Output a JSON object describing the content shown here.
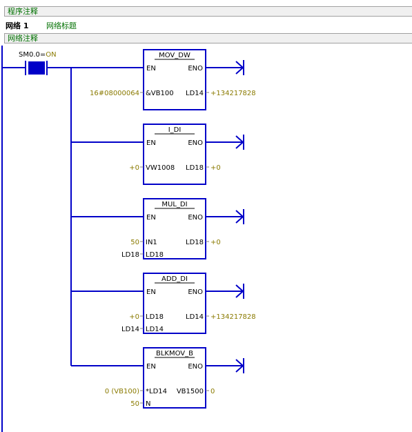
{
  "program_comment": "程序注释",
  "network": {
    "name": "网络 1",
    "title": "网络标题",
    "comment": "网络注释"
  },
  "contact": {
    "label": "SM0.0",
    "state_sep": "=",
    "state": "ON"
  },
  "blocks": [
    {
      "name": "MOV_DW",
      "en": "EN",
      "eno": "ENO",
      "inputs": [
        {
          "pin": "&VB100",
          "value": "16#08000064"
        }
      ],
      "outputs": [
        {
          "pin": "LD14",
          "value": "+134217828"
        }
      ]
    },
    {
      "name": "I_DI",
      "en": "EN",
      "eno": "ENO",
      "inputs": [
        {
          "pin": "VW1008",
          "value": "+0"
        }
      ],
      "outputs": [
        {
          "pin": "LD18",
          "value": "+0"
        }
      ]
    },
    {
      "name": "MUL_DI",
      "en": "EN",
      "eno": "ENO",
      "inputs": [
        {
          "pin": "IN1",
          "value": "50"
        },
        {
          "pin": "LD18",
          "value": "LD18"
        }
      ],
      "outputs": [
        {
          "pin": "LD18",
          "value": "+0"
        }
      ]
    },
    {
      "name": "ADD_DI",
      "en": "EN",
      "eno": "ENO",
      "inputs": [
        {
          "pin": "LD18",
          "value": "+0"
        },
        {
          "pin": "LD14",
          "value": "LD14"
        }
      ],
      "outputs": [
        {
          "pin": "LD14",
          "value": "+134217828"
        }
      ]
    },
    {
      "name": "BLKMOV_B",
      "en": "EN",
      "eno": "ENO",
      "inputs": [
        {
          "pin": "*LD14",
          "value": "0 (VB100)"
        },
        {
          "pin": "N",
          "value": "50"
        }
      ],
      "outputs": [
        {
          "pin": "VB1500",
          "value": "0"
        }
      ]
    }
  ],
  "colors": {
    "wire": "#0000c8",
    "value_text": "#8a7a00",
    "comment_text": "#007000",
    "contact_active": "#0000c8"
  }
}
